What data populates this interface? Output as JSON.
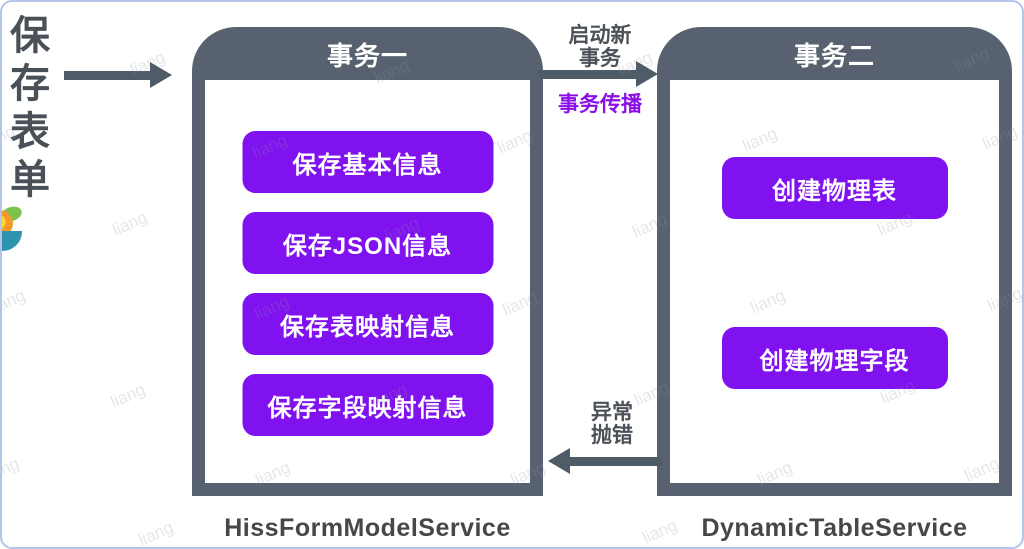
{
  "canvas": {
    "watermark_text": "liang"
  },
  "colors": {
    "container": "#57616F",
    "button": "#8012F0",
    "accent_purple": "#8A0EE6",
    "arrow": "#505B68",
    "frame_border": "#B5C4E8"
  },
  "trigger": {
    "label": "保存表单"
  },
  "transaction1": {
    "title": "事务一",
    "service": "HissFormModelService",
    "steps": [
      "保存基本信息",
      "保存JSON信息",
      "保存表映射信息",
      "保存字段映射信息"
    ]
  },
  "transaction2": {
    "title": "事务二",
    "service": "DynamicTableService",
    "steps": [
      "创建物理表",
      "创建物理字段"
    ]
  },
  "arrows": {
    "start_new": {
      "line1": "启动新",
      "line2": "事务",
      "tag": "事务传播"
    },
    "exception": {
      "line1": "异常",
      "line2": "抛错"
    }
  }
}
